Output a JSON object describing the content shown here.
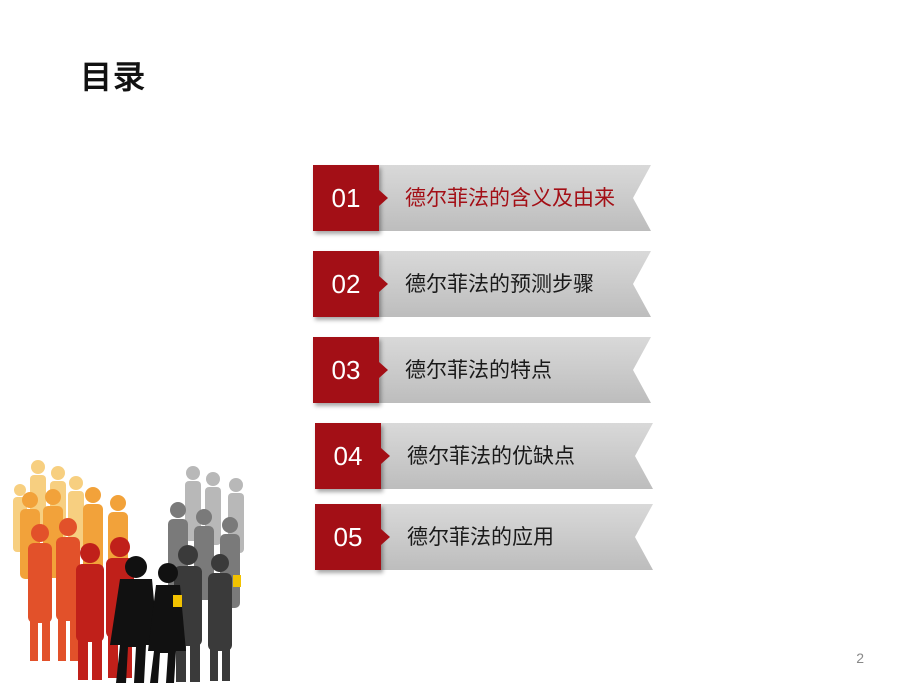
{
  "slide": {
    "title": "目录",
    "page_number": "2",
    "accent_color": "#a30f16",
    "ribbon_color": "#c8c8c8",
    "items": [
      {
        "num": "01",
        "label": "德尔菲法的含义及由来",
        "active": true
      },
      {
        "num": "02",
        "label": "德尔菲法的预测步骤",
        "active": false
      },
      {
        "num": "03",
        "label": "德尔菲法的特点",
        "active": false
      },
      {
        "num": "04",
        "label": "德尔菲法的优缺点",
        "active": false
      },
      {
        "num": "05",
        "label": "德尔菲法的应用",
        "active": false
      }
    ],
    "illustration": "crowd-of-people-silhouettes-icon"
  }
}
